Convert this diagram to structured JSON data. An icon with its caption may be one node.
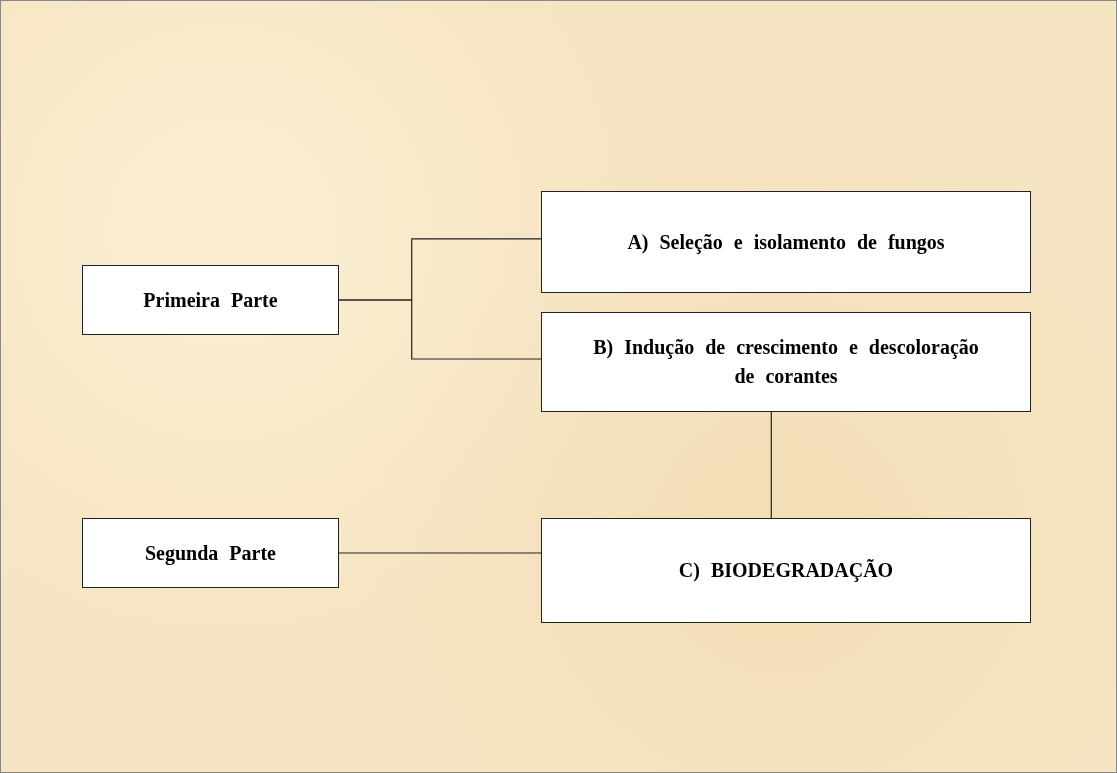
{
  "diagram": {
    "nodes": [
      {
        "text": [
          "Primeira Parte"
        ]
      },
      {
        "text": [
          "A) Seleção e isolamento de fungos"
        ]
      },
      {
        "text": [
          "B) Indução de crescimento e descoloração de corantes"
        ]
      },
      {
        "text": [
          "Segunda Parte"
        ]
      },
      {
        "text": [
          "C) BIODEGRADAÇÃO"
        ]
      }
    ],
    "edges": [
      {
        "from": 0,
        "to": 1,
        "arrow": "none"
      },
      {
        "from": 0,
        "to": 2,
        "arrow": "none"
      },
      {
        "from": 2,
        "to": 4,
        "arrow": "none"
      },
      {
        "from": 3,
        "to": 4,
        "arrow": "none"
      }
    ]
  }
}
